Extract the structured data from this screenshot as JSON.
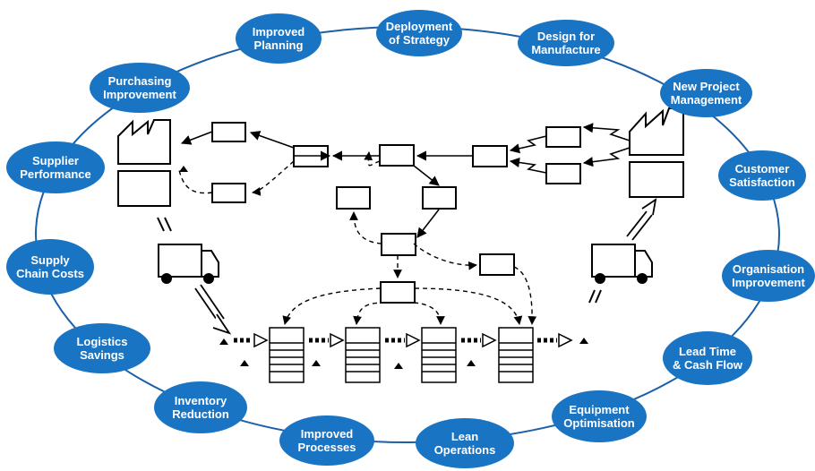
{
  "colors": {
    "ellipse_fill": "#1a74c4",
    "ring_stroke": "#1a5fa8",
    "label_text": "#ffffff",
    "map_ink": "#000000"
  },
  "nodes": [
    {
      "id": "deployment",
      "line1": "Deployment",
      "line2": "of Strategy"
    },
    {
      "id": "design",
      "line1": "Design for",
      "line2": "Manufacture"
    },
    {
      "id": "new-project",
      "line1": "New Project",
      "line2": "Management"
    },
    {
      "id": "customer",
      "line1": "Customer",
      "line2": "Satisfaction"
    },
    {
      "id": "organisation",
      "line1": "Organisation",
      "line2": "Improvement"
    },
    {
      "id": "lead-time",
      "line1": "Lead Time",
      "line2": "& Cash Flow"
    },
    {
      "id": "equipment",
      "line1": "Equipment",
      "line2": "Optimisation"
    },
    {
      "id": "lean",
      "line1": "Lean",
      "line2": "Operations"
    },
    {
      "id": "processes",
      "line1": "Improved",
      "line2": "Processes"
    },
    {
      "id": "inventory",
      "line1": "Inventory",
      "line2": "Reduction"
    },
    {
      "id": "logistics",
      "line1": "Logistics",
      "line2": "Savings"
    },
    {
      "id": "supply-chain",
      "line1": "Supply",
      "line2": "Chain Costs"
    },
    {
      "id": "supplier",
      "line1": "Supplier",
      "line2": "Performance"
    },
    {
      "id": "purchasing",
      "line1": "Purchasing",
      "line2": "Improvement"
    },
    {
      "id": "planning",
      "line1": "Improved",
      "line2": "Planning"
    }
  ],
  "value_stream_map": {
    "icons": [
      "supplier-factory-icon",
      "customer-factory-icon",
      "supplier-truck-icon",
      "customer-truck-icon",
      "inventory-triangle-icon",
      "push-arrow-icon",
      "process-box-icon",
      "electronic-info-icon"
    ]
  }
}
